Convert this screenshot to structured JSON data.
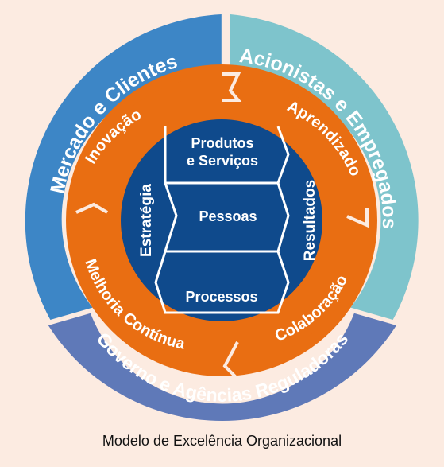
{
  "colors": {
    "background": "#fcebe1",
    "market_blue": "#3d86c6",
    "shareholder_teal": "#7ec4cc",
    "government_purple": "#5f79b8",
    "orange_ring": "#e96e12",
    "core_navy": "#0f4a8c",
    "text_white": "#ffffff",
    "caption_dark": "#111111"
  },
  "outer_ring": {
    "market": "Mercado e Clientes",
    "shareholders": "Acionistas e Empregados",
    "government": "Governo e Agências Reguladoras"
  },
  "middle_ring": {
    "innovation": "Inovação",
    "learning": "Aprendizado",
    "collaboration": "Colaboração",
    "improvement": "Melhoria Contínua"
  },
  "core": {
    "strategy": "Estratégia",
    "results": "Resultados",
    "products_line1": "Produtos",
    "products_line2": "e Serviços",
    "people": "Pessoas",
    "processes": "Processos"
  },
  "caption": "Modelo de Excelência Organizacional"
}
